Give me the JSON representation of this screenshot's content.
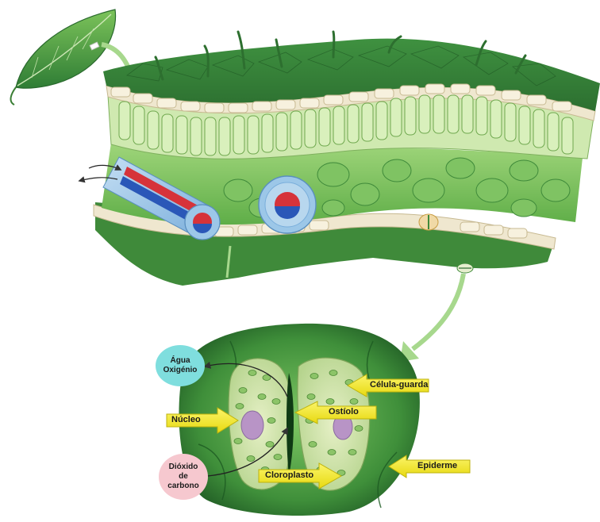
{
  "labels": {
    "agua": "Água",
    "oxigenio": "Oxigénio",
    "celula_guarda": "Célula-guarda",
    "nucleo": "Núcleo",
    "ostiolo": "Ostíolo",
    "dioxido": "Dióxido",
    "de": "de",
    "carbono": "carbono",
    "cloroplasto": "Cloroplasto",
    "epiderme": "Epiderme"
  },
  "colors": {
    "leaf_dark": "#2f7d35",
    "leaf_mid": "#6cbf52",
    "palisade": "#cfe9b0",
    "epidermis_cell": "#f3ecd6",
    "vein_blue": "#9cc7e8",
    "xylem_red": "#d6333a",
    "phloem_blue": "#2a57b8",
    "label_arrow": "#f4ee2a",
    "water_bubble": "#7fdede",
    "co2_bubble": "#f6c8cf"
  }
}
